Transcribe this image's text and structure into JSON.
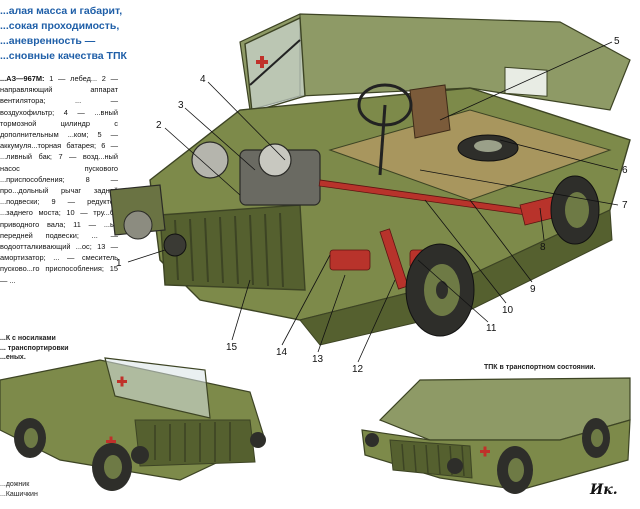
{
  "headline": "...алая масса и габарит,\n...сокая проходимость,\n...аневренность —\n...сновные качества ТПК",
  "legend": {
    "lead": "...АЗ—967М:",
    "text": "1 — лебед... 2 — направляющий аппарат вентилятора; ... — воздухофильтр; 4 — ...вный тормозной цилиндр с дополнительным ...ком; 5 — аккумуля...торная батарея; 6 — ...ливный бак; 7 — возд...ный насос пускового ...приспособления; 8 — про...дольный рычаг задней ...подвески; 9 — редуктор ...заднего моста; 10 — тру...ба приводного вала; 11 — ...ыг передней подвески; ... — водоотталкивающий ...ос; 13 — амортизатор; ... — смеситель пусково...го приспособления; 15 — ..."
  },
  "caption_left": "...К с носилками\n... транспортировки\n...еных.",
  "caption_right": "ТПК в транспортном состоянии.",
  "credit": "...дожник\n...Кашичкин",
  "signature": "Ик.",
  "callouts": [
    "1",
    "2",
    "3",
    "4",
    "5",
    "6",
    "7",
    "8",
    "9",
    "10",
    "11",
    "12",
    "13",
    "14",
    "15"
  ],
  "colors": {
    "body_olive": "#7d8a4a",
    "body_dark": "#55602f",
    "canvas": "#8e9a66",
    "engine": "#6a6a62",
    "red_parts": "#b8332b",
    "tire": "#2e2e2a",
    "headline_blue": "#1f5fa8"
  }
}
